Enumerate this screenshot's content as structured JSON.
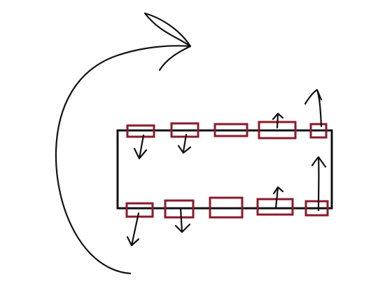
{
  "colors": {
    "background": "#ffffff",
    "ink": "#111111",
    "box": "#8b1a2b"
  },
  "diagram": {
    "top_row": [
      {
        "arrow": "down"
      },
      {
        "arrow": "down"
      },
      {
        "arrow": "none"
      },
      {
        "arrow": "up"
      },
      {
        "arrow": "up"
      }
    ],
    "bottom_row": [
      {
        "arrow": "down"
      },
      {
        "arrow": "down"
      },
      {
        "arrow": "none"
      },
      {
        "arrow": "up"
      },
      {
        "arrow": "up"
      }
    ],
    "rotation_arrow": "clockwise-loop"
  }
}
